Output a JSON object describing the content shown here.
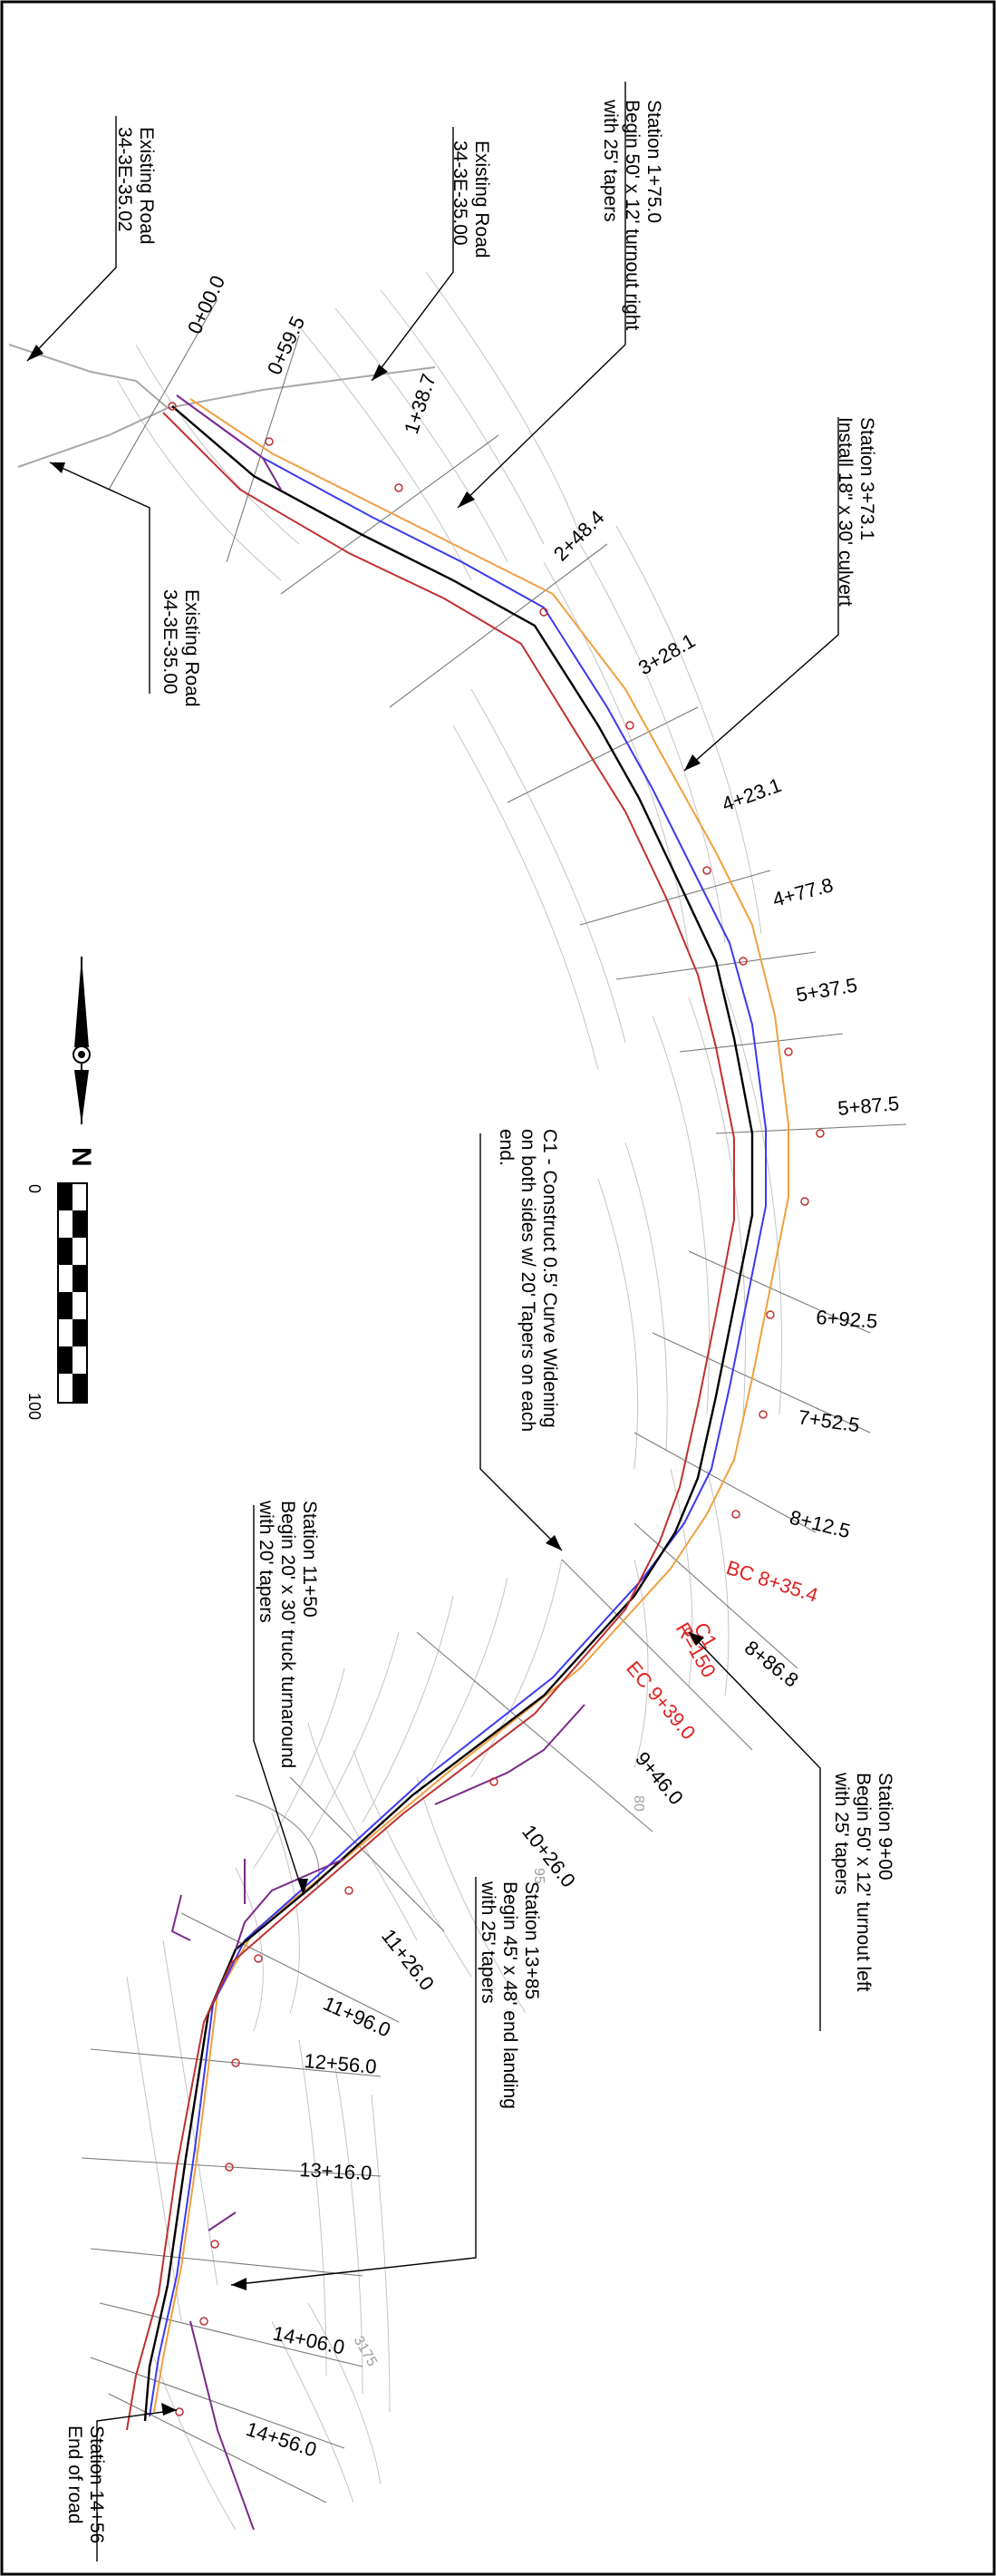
{
  "stations": [
    {
      "id": "s0",
      "text": "0+00.0"
    },
    {
      "id": "s1",
      "text": "0+59.5"
    },
    {
      "id": "s2",
      "text": "1+38.7"
    },
    {
      "id": "s3",
      "text": "2+48.4"
    },
    {
      "id": "s4",
      "text": "3+28.1"
    },
    {
      "id": "s5",
      "text": "4+23.1"
    },
    {
      "id": "s6",
      "text": "4+77.8"
    },
    {
      "id": "s7",
      "text": "5+37.5"
    },
    {
      "id": "s8",
      "text": "5+87.5"
    },
    {
      "id": "s9",
      "text": "6+92.5"
    },
    {
      "id": "s10",
      "text": "7+52.5"
    },
    {
      "id": "s11",
      "text": "8+12.5"
    },
    {
      "id": "s12",
      "text": "8+86.8"
    },
    {
      "id": "s13",
      "text": "9+46.0"
    },
    {
      "id": "s14",
      "text": "10+26.0"
    },
    {
      "id": "s15",
      "text": "11+26.0"
    },
    {
      "id": "s16",
      "text": "11+96.0"
    },
    {
      "id": "s17",
      "text": "12+56.0"
    },
    {
      "id": "s18",
      "text": "13+16.0"
    },
    {
      "id": "s19",
      "text": "14+06.0"
    },
    {
      "id": "s20",
      "text": "14+56.0"
    }
  ],
  "curve": {
    "bc": "BC 8+35.4",
    "ec": "EC 9+39.0",
    "name": "C1",
    "radius": "R=150"
  },
  "contour_labels": [
    "80",
    "95",
    "3175"
  ],
  "notes": {
    "road1": [
      "Existing Road",
      "34-3E-35.02"
    ],
    "road2": [
      "Existing Road",
      "34-3E-35.00"
    ],
    "road3": [
      "Existing Road",
      "34-3E-35.00"
    ],
    "turnout1": [
      "Station 1+75.0",
      "Begin 50' x 12' turnout right",
      "with 25' tapers"
    ],
    "culvert": [
      "Station 3+73.1",
      "Install 18\" x 30' culvert"
    ],
    "widening": [
      "C1 - Construct 0.5' Curve Widening",
      "on both sides w/ 20' Tapers on each",
      "end."
    ],
    "turnout2": [
      "Station 9+00",
      "Begin 50' x 12' turnout left",
      "with 25' tapers"
    ],
    "truck": [
      "Station 11+50",
      "Begin 20' x 30' truck turnaround",
      "with 20' tapers"
    ],
    "landing": [
      "Station 13+85",
      "Begin 45' x 48' end landing",
      "with 25' tapers"
    ],
    "end": [
      "Station 14+56",
      "End of road"
    ]
  },
  "north_arrow": {
    "letter": "N"
  },
  "scale_bar": {
    "min": "0",
    "max": "100"
  },
  "colors": {
    "centerline": "#000000",
    "edge_left": "#3a3af0",
    "edge_right": "#c03030",
    "edge_alt": "#f0a040",
    "purple": "#7a2a8a",
    "contour": "#c4c4c4",
    "callout_red": "#e02020"
  }
}
